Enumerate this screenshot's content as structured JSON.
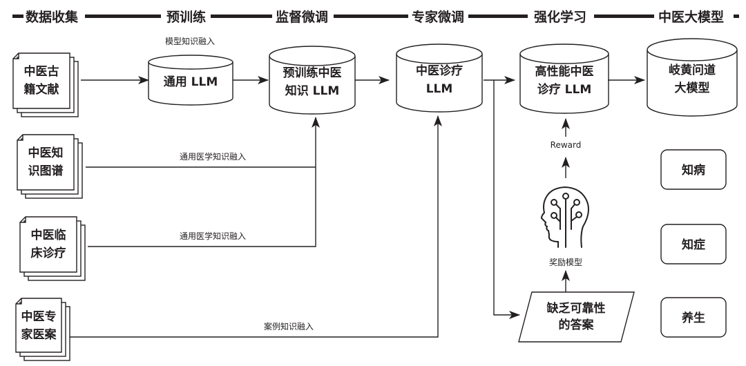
{
  "phases": [
    "数据收集",
    "预训练",
    "监督微调",
    "专家微调",
    "强化学习",
    "中医大模型"
  ],
  "sources": [
    {
      "lines": [
        "中医古",
        "籍文献"
      ]
    },
    {
      "lines": [
        "中医知",
        "识图谱"
      ]
    },
    {
      "lines": [
        "中医临",
        "床诊疗"
      ]
    },
    {
      "lines": [
        "中医专",
        "家医案"
      ]
    }
  ],
  "models": [
    {
      "lines": [
        "通用 LLM"
      ],
      "caption": "模型知识融入"
    },
    {
      "lines": [
        "预训练中医",
        "知识 LLM"
      ]
    },
    {
      "lines": [
        "中医诊疗",
        "LLM"
      ]
    },
    {
      "lines": [
        "高性能中医",
        "诊疗 LLM"
      ]
    },
    {
      "lines": [
        "岐黄问道",
        "大模型"
      ]
    }
  ],
  "edge_labels": {
    "kg_to_pretrain": "通用医学知识融入",
    "clinical_to_pretrain": "通用医学知识融入",
    "cases_to_expert": "案例知识融入",
    "reward": "Reward",
    "reward_model": "奖励模型"
  },
  "unreliable_answer": {
    "lines": [
      "缺乏可靠性",
      "的答案"
    ]
  },
  "capabilities": [
    "知病",
    "知症",
    "养生"
  ],
  "icons": {
    "reward_model": "ai-head-circuit-icon",
    "source_doc": "stacked-documents-icon"
  },
  "colors": {
    "ink": "#231f20",
    "background": "#ffffff"
  }
}
